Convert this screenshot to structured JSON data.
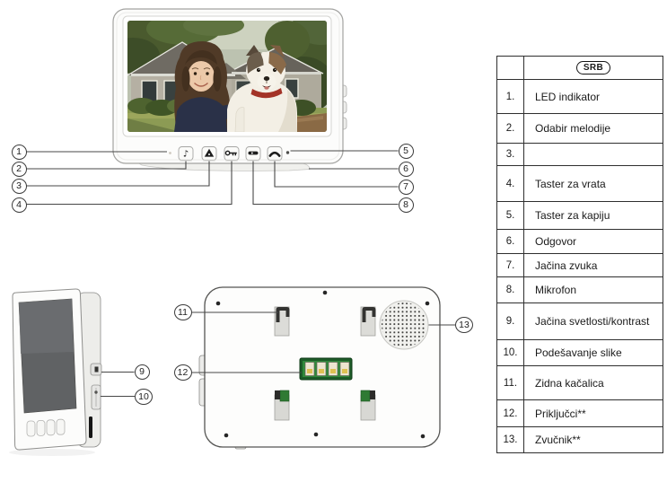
{
  "page": {
    "background": "#ffffff"
  },
  "callouts": [
    "1",
    "2",
    "3",
    "4",
    "5",
    "6",
    "7",
    "8",
    "9",
    "10",
    "11",
    "12",
    "13"
  ],
  "table": {
    "header_badge": "SRB",
    "rows": [
      {
        "num": "1.",
        "label": "LED indikator"
      },
      {
        "num": "2.",
        "label": "Odabir melodije"
      },
      {
        "num": "3.",
        "label": ""
      },
      {
        "num": "4.",
        "label": "Taster za vrata"
      },
      {
        "num": "5.",
        "label": "Taster za kapiju"
      },
      {
        "num": "6.",
        "label": "Odgovor"
      },
      {
        "num": "7.",
        "label": "Jačina zvuka"
      },
      {
        "num": "8.",
        "label": "Mikrofon"
      },
      {
        "num": "9.",
        "label": "Jačina svetlosti/kontrast"
      },
      {
        "num": "10.",
        "label": "Podešavanje slike"
      },
      {
        "num": "11.",
        "label": "Zidna kačalica"
      },
      {
        "num": "12.",
        "label": "Priključci**"
      },
      {
        "num": "13.",
        "label": "Zvučnik**"
      }
    ]
  },
  "icons": {
    "front_buttons": [
      "melody-icon",
      "call-triangle-icon",
      "door-key-icon",
      "gate-key-icon",
      "answer-handset-icon"
    ],
    "front_dots": [
      "led-indicator-dot",
      "microphone-hole"
    ],
    "side_controls": [
      "brightness-contrast-dial",
      "picture-adjust-slider"
    ],
    "back_parts": [
      "wall-hook-slot",
      "terminal-block",
      "speaker-grille"
    ]
  },
  "colors": {
    "outline": "#474747",
    "table_border": "#2f2f2f",
    "device_body": "#fcfcfb",
    "pcb_green": "#2f8a3a",
    "connector_cream": "#ece5cf",
    "connector_amber": "#dec052",
    "collar_red": "#a33327"
  }
}
